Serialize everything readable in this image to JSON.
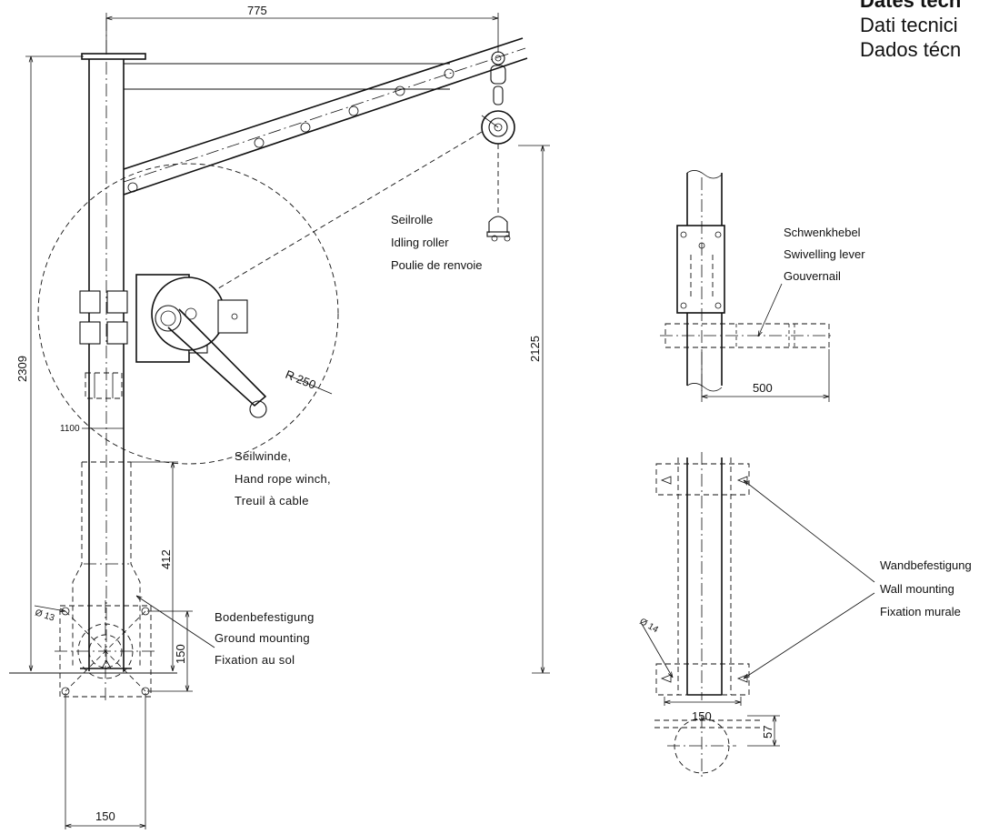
{
  "titles": [
    "Dates tecn",
    "Dati tecnici",
    "Dados técn"
  ],
  "dimensions": {
    "boom_reach": "775",
    "total_height": "2309",
    "hook_height": "2125",
    "winch_radius": "R 250",
    "winch_mount_height": "1100",
    "ground_mount_height": "412",
    "base_hole_dia": "Ø 13",
    "base_width": "150",
    "base_depth": "150",
    "lever_length": "500",
    "wall_hole_dia": "Ø 14",
    "wall_plate_width": "150",
    "wall_offset": "57"
  },
  "labels": {
    "idling_roller": [
      "Seilrolle",
      "Idling roller",
      "Poulie de renvoie"
    ],
    "hand_winch": [
      "Seilwinde,",
      "Hand rope winch,",
      "Treuil à cable"
    ],
    "ground_mounting": [
      "Bodenbefestigung",
      "Ground mounting",
      "Fixation au sol"
    ],
    "swivelling_lever": [
      "Schwenkhebel",
      "Swivelling lever",
      "Gouvernail"
    ],
    "wall_mounting": [
      "Wandbefestigung",
      "Wall mounting",
      "Fixation murale"
    ]
  }
}
